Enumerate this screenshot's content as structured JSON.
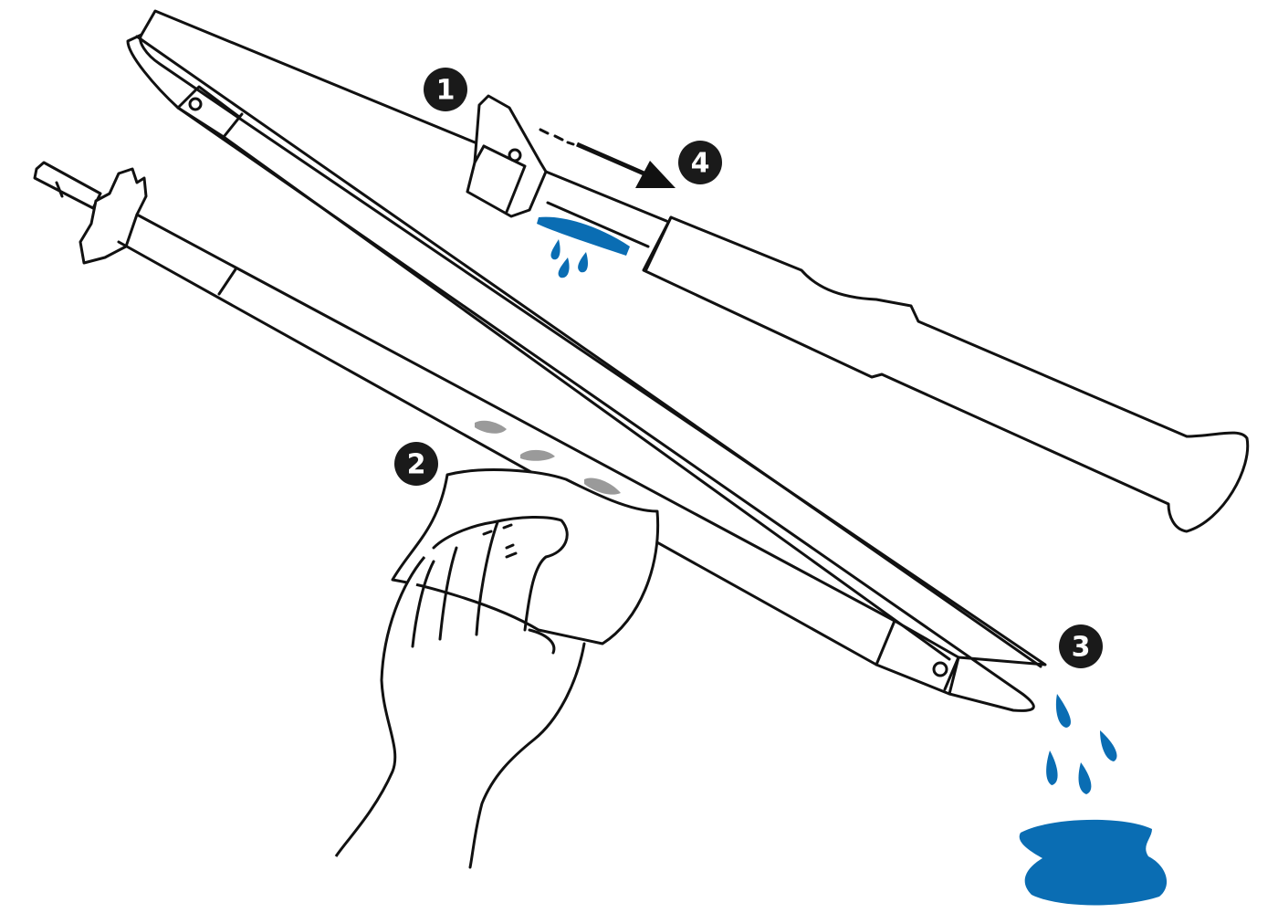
{
  "steps": [
    {
      "label": "1"
    },
    {
      "label": "2"
    },
    {
      "label": "3"
    },
    {
      "label": "4"
    }
  ],
  "colors": {
    "water": "#0a6db3",
    "dirt": "#9a9a9a",
    "outline": "#111111",
    "badge": "#1a1a1a"
  },
  "icons": [
    "water-drop-icon",
    "arrow-right-icon",
    "puddle-icon"
  ]
}
